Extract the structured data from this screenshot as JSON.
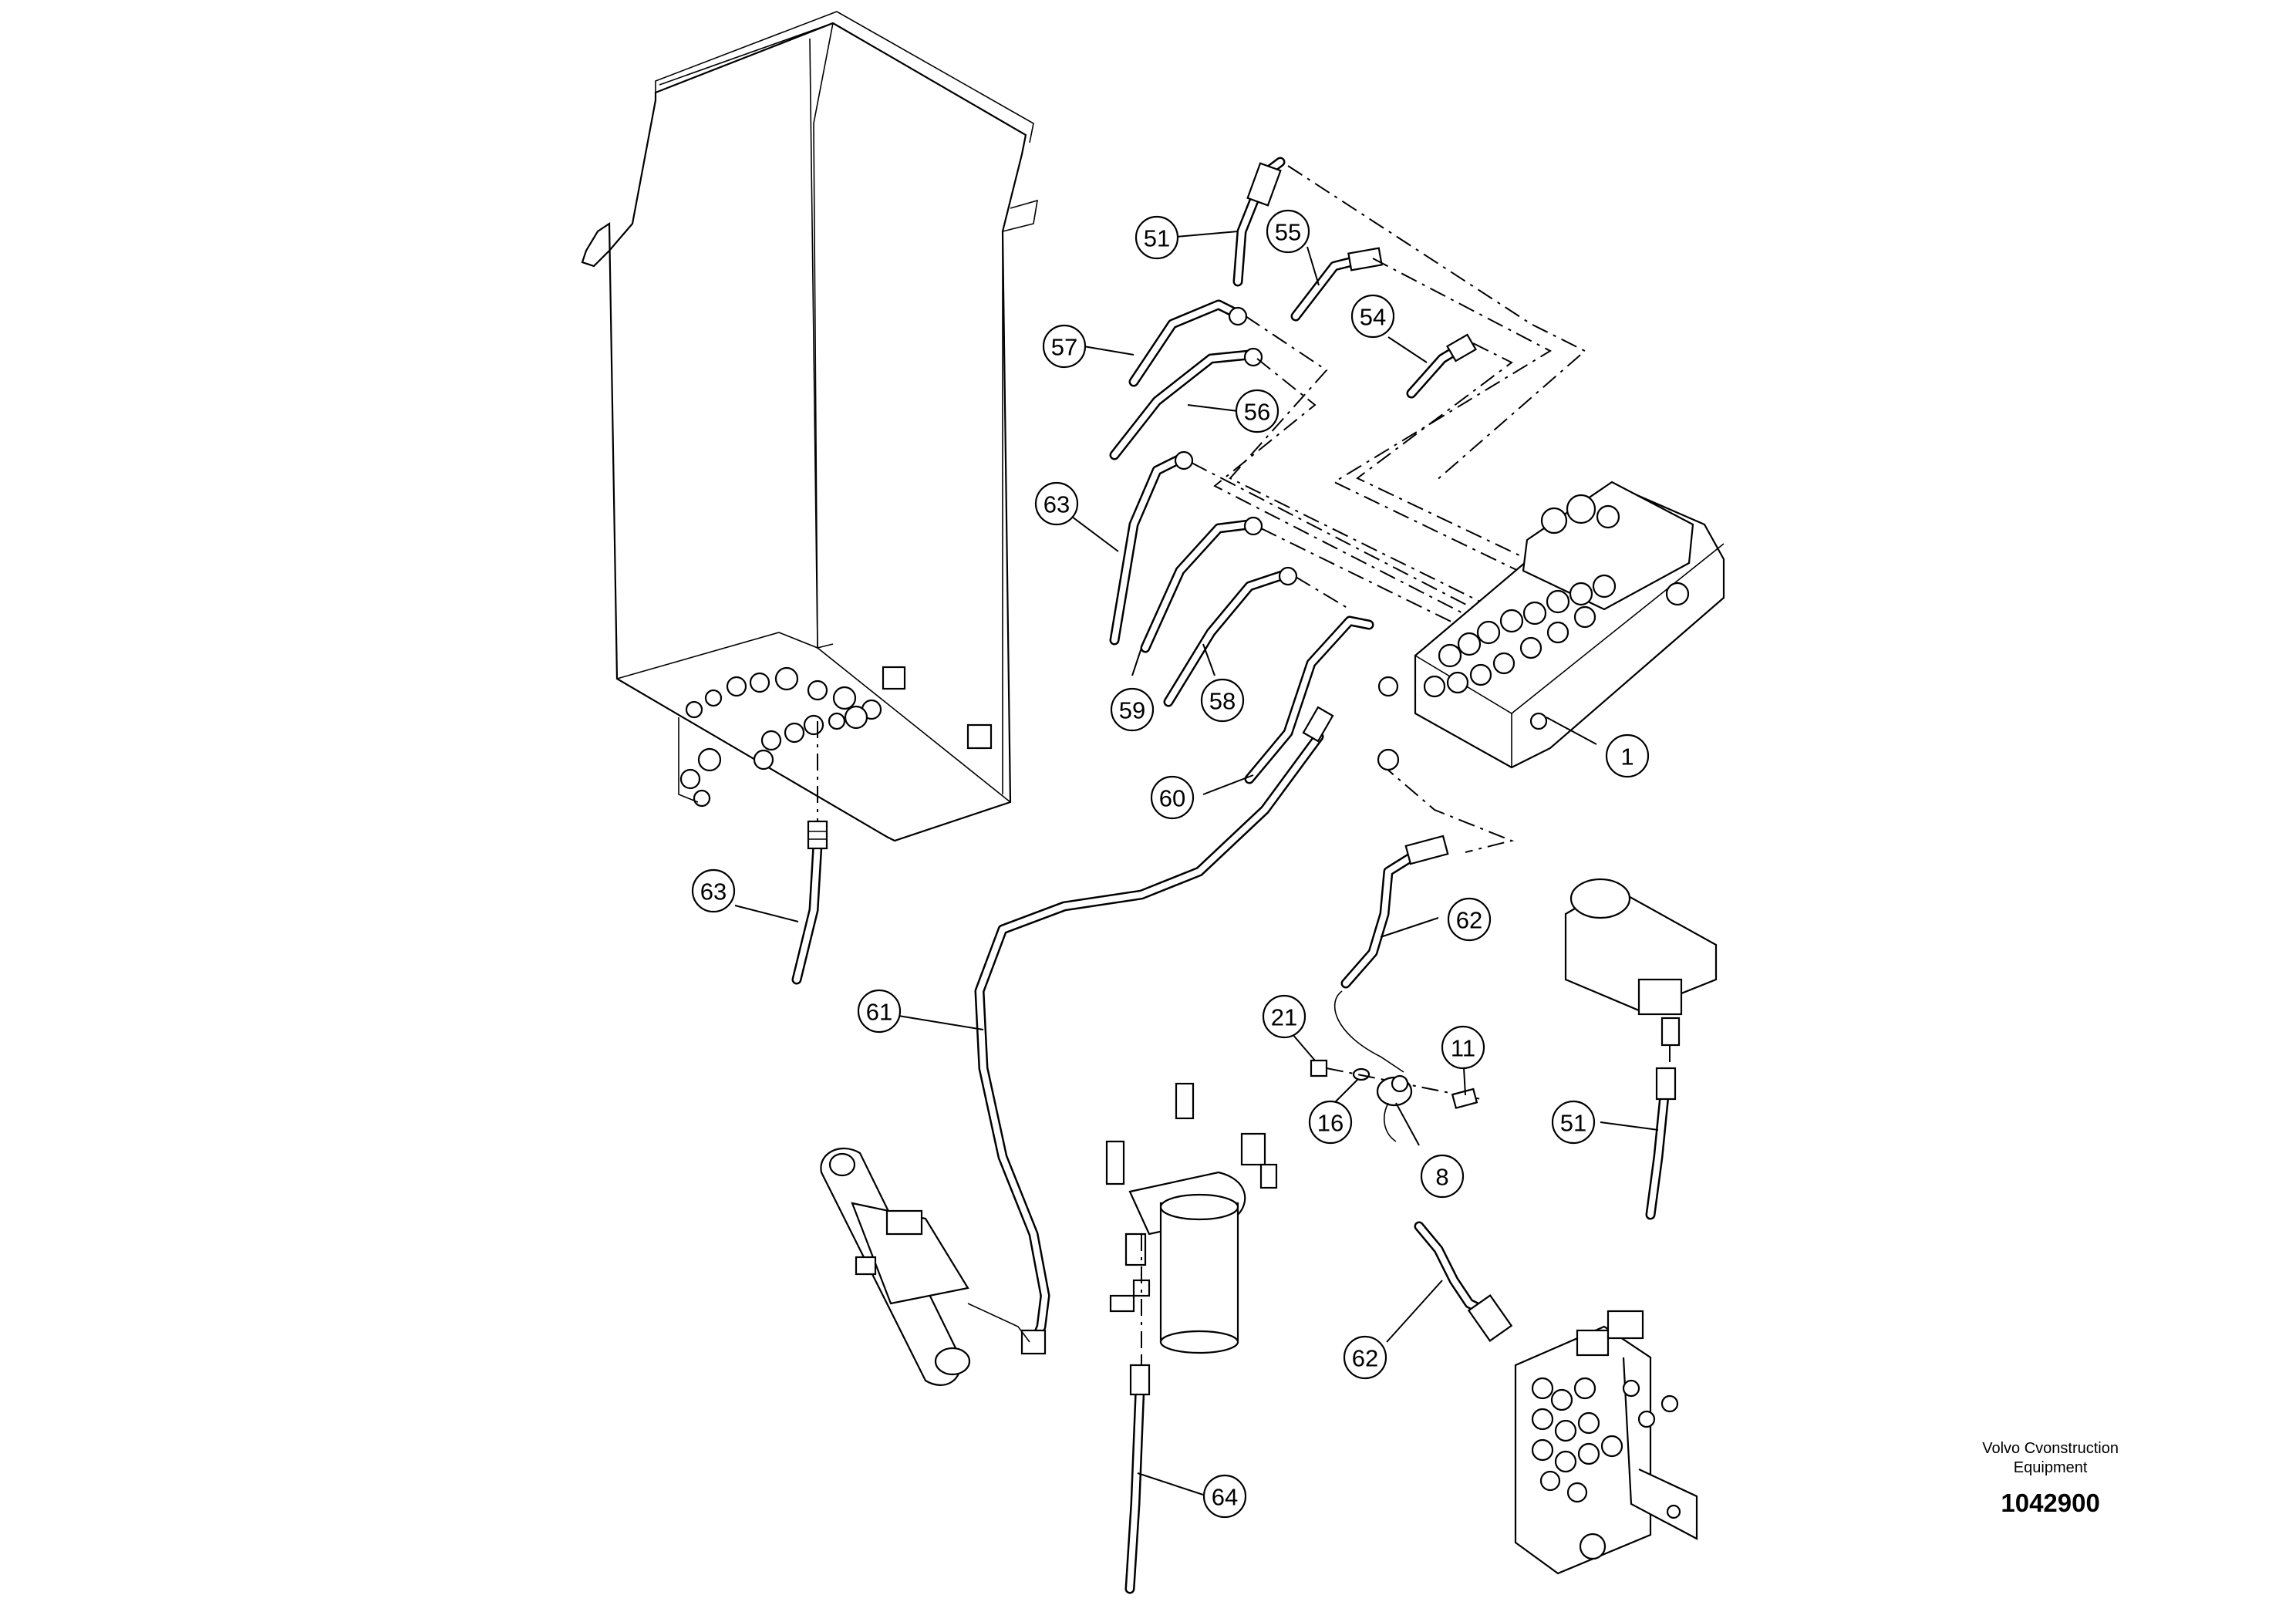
{
  "callouts": [
    {
      "id": "c-51-top",
      "label": "51"
    },
    {
      "id": "c-55",
      "label": "55"
    },
    {
      "id": "c-57",
      "label": "57"
    },
    {
      "id": "c-54",
      "label": "54"
    },
    {
      "id": "c-56",
      "label": "56"
    },
    {
      "id": "c-63-top",
      "label": "63"
    },
    {
      "id": "c-59",
      "label": "59"
    },
    {
      "id": "c-58",
      "label": "58"
    },
    {
      "id": "c-60",
      "label": "60"
    },
    {
      "id": "c-1",
      "label": "1"
    },
    {
      "id": "c-63-bottom",
      "label": "63"
    },
    {
      "id": "c-62-top",
      "label": "62"
    },
    {
      "id": "c-61",
      "label": "61"
    },
    {
      "id": "c-21",
      "label": "21"
    },
    {
      "id": "c-11",
      "label": "11"
    },
    {
      "id": "c-16",
      "label": "16"
    },
    {
      "id": "c-8",
      "label": "8"
    },
    {
      "id": "c-51-bottom",
      "label": "51"
    },
    {
      "id": "c-62-bottom",
      "label": "62"
    },
    {
      "id": "c-64",
      "label": "64"
    }
  ],
  "footer": {
    "manufacturer_line1": "Volvo Cvonstruction",
    "manufacturer_line2": "Equipment",
    "reference_number": "1042900"
  }
}
